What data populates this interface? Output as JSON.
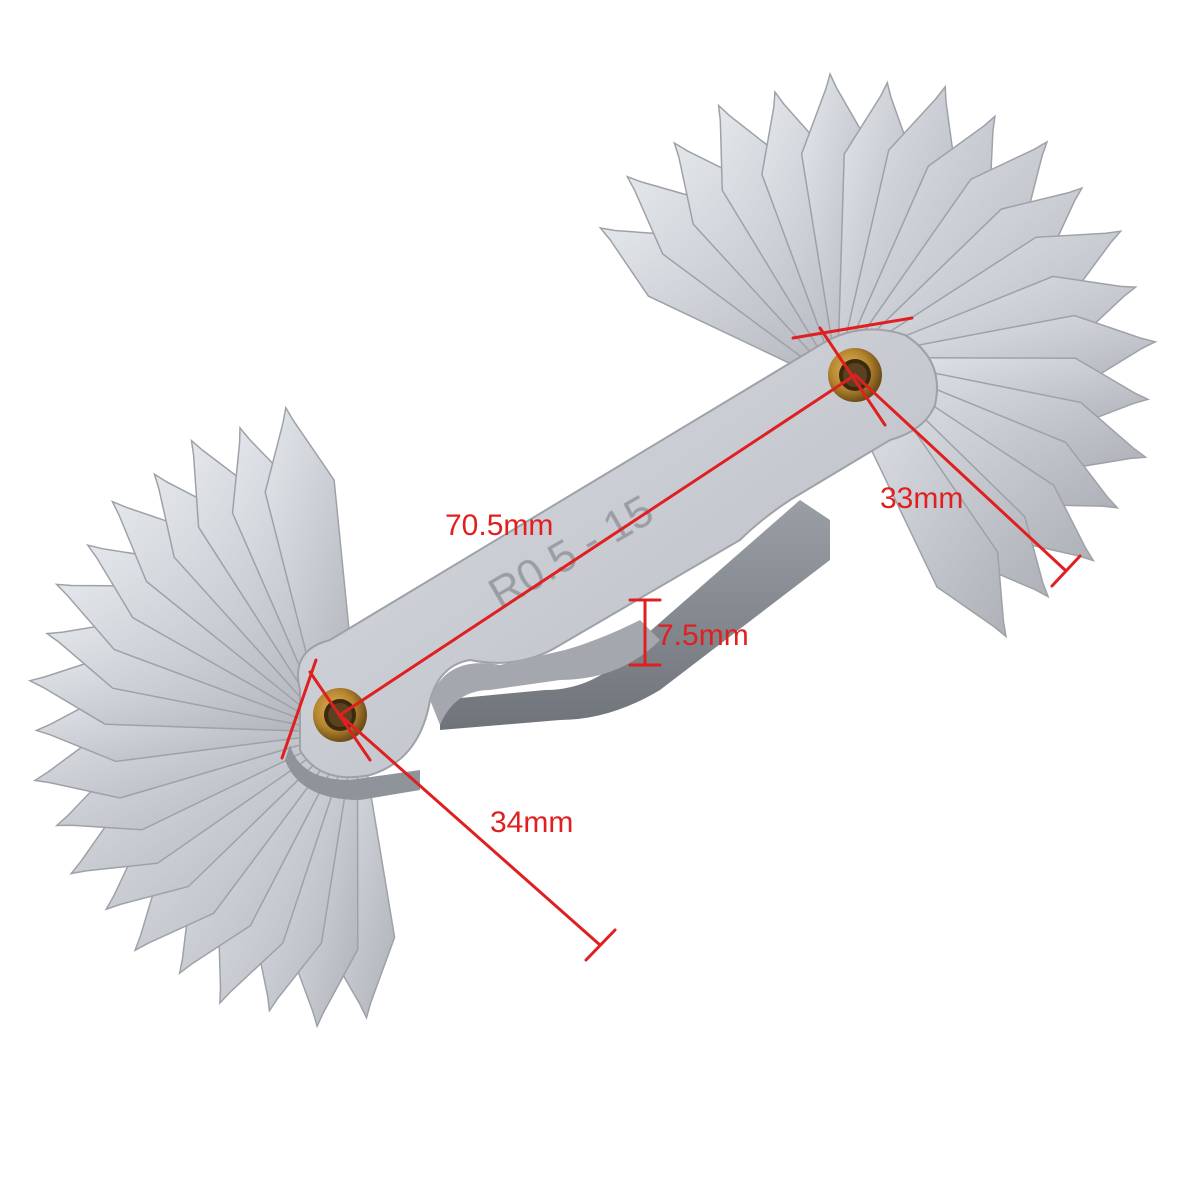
{
  "product": {
    "engraving": "R0.5 - 15"
  },
  "dimensions": {
    "length": "70.5mm",
    "thickness": "7.5mm",
    "right_fan": "33mm",
    "left_fan": "34mm"
  },
  "colors": {
    "background": "#ffffff",
    "steel_light": "#d6d9de",
    "steel_mid": "#c3c7cd",
    "steel_dark": "#8d9198",
    "steel_edge": "#7d8188",
    "brass": "#b5862f",
    "dimension_line": "#e02020",
    "dimension_text": "#e02020"
  }
}
